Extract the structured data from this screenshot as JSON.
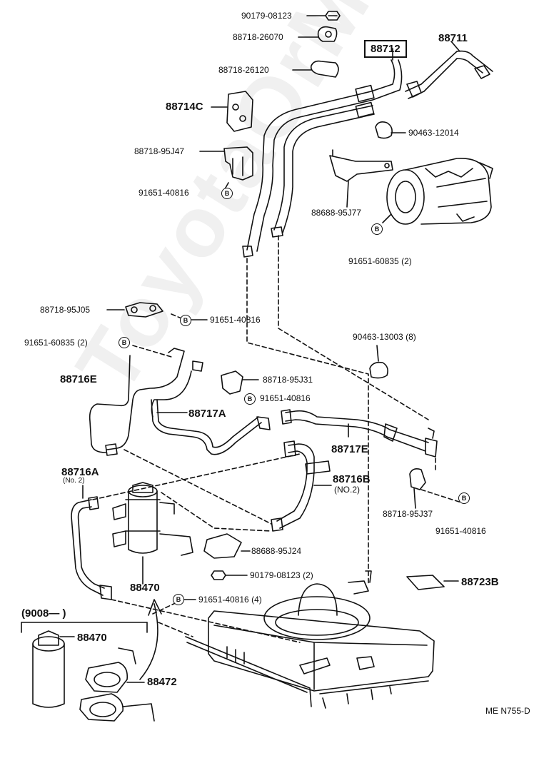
{
  "watermark": "ToyotaOrMini.ru",
  "figure_code": "ME N755-D",
  "parts": {
    "p90179_08123_top": "90179-08123",
    "p88718_26070": "88718-26070",
    "p88718_26120": "88718-26120",
    "p88712": "88712",
    "p88711": "88711",
    "p88714C": "88714C",
    "p90463_12014": "90463-12014",
    "p88718_95J47": "88718-95J47",
    "p91651_40816_a": "91651-40816",
    "p88688_95J77": "88688-95J77",
    "p91651_60835_a": "91651-60835 (2)",
    "p88718_95J05": "88718-95J05",
    "p91651_40816_b": "91651-40816",
    "p90463_13003": "90463-13003 (8)",
    "p91651_60835_b": "91651-60835 (2)",
    "p88716E": "88716E",
    "p88718_95J31": "88718-95J31",
    "p91651_40816_c": "91651-40816",
    "p88717A": "88717A",
    "p88717E": "88717E",
    "p88716A": "88716A",
    "p88716A_sub": "(No. 2)",
    "p88716B": "88716B",
    "p88716B_sub": "(NO.2)",
    "p88718_95J37": "88718-95J37",
    "p91651_40816_d": "91651-40816",
    "p88688_95J24": "88688-95J24",
    "p90179_08123_b": "90179-08123 (2)",
    "p88470_a": "88470",
    "p91651_40816_e": "91651-40816 (4)",
    "p88723B": "88723B",
    "p9008": "(9008—          )",
    "p88470_b": "88470",
    "p88472": "88472"
  },
  "bolt_marker": "B"
}
